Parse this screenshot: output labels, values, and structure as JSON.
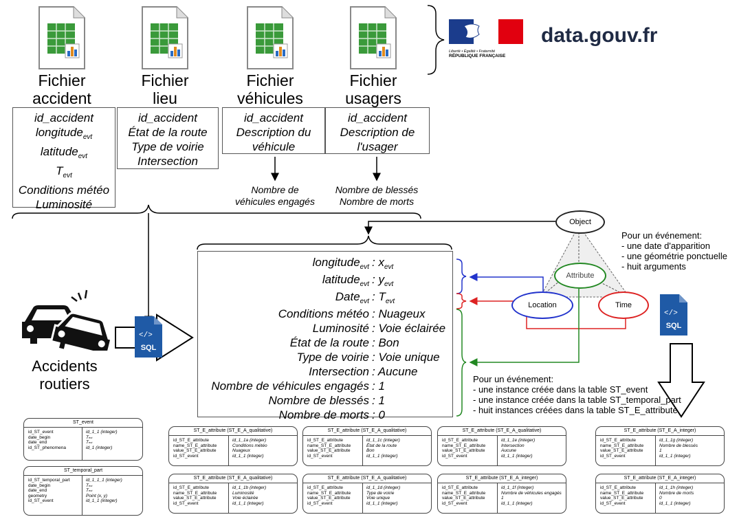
{
  "files": [
    {
      "label1": "Fichier",
      "label2": "accident"
    },
    {
      "label1": "Fichier",
      "label2": "lieu"
    },
    {
      "label1": "Fichier",
      "label2": "véhicules"
    },
    {
      "label1": "Fichier",
      "label2": "usagers"
    }
  ],
  "boxes": {
    "accident": {
      "l1": "id_accident",
      "l2": "longitude",
      "l2s": "evt",
      "l3": "latitude",
      "l3s": "evt",
      "l4": "T",
      "l4s": "evt",
      "l5": "Conditions météo",
      "l6": "Luminosité"
    },
    "lieu": {
      "l1": "id_accident",
      "l2": "État de la route",
      "l3": "Type de voirie",
      "l4": "Intersection"
    },
    "vehicules": {
      "l1": "id_accident",
      "l2": "Description du",
      "l3": "véhicule"
    },
    "usagers": {
      "l1": "id_accident",
      "l2": "Description de",
      "l3": "l'usager"
    }
  },
  "derived": {
    "vehicules": {
      "l1": "Nombre de",
      "l2": "véhicules engagés"
    },
    "usagers": {
      "l1": "Nombre de blessés",
      "l2": "Nombre de morts"
    }
  },
  "logo": {
    "marianne_l1": "Liberté • Égalité • Fraternité",
    "marianne_l2": "RÉPUBLIQUE FRANÇAISE",
    "site": "data.gouv.fr"
  },
  "accidents": {
    "l1": "Accidents",
    "l2": "routiers"
  },
  "sql": "SQL",
  "main_rows": [
    {
      "k": "longitude",
      "ks": "evt",
      "v": ": x",
      "vs": "evt"
    },
    {
      "k": "latitude",
      "ks": "evt",
      "v": ": y",
      "vs": "evt"
    },
    {
      "k": "Date",
      "ks": "evt",
      "v": ": T",
      "vs": "evt"
    },
    {
      "k": "Conditions météo",
      "v": ": Nuageux"
    },
    {
      "k": "Luminosité",
      "v": ": Voie éclairée"
    },
    {
      "k": "État de la route",
      "v": ": Bon"
    },
    {
      "k": "Type de voirie",
      "v": ": Voie unique"
    },
    {
      "k": "Intersection",
      "v": ": Aucune"
    },
    {
      "k": "Nombre de véhicules engagés",
      "v": ": 1"
    },
    {
      "k": "Nombre de blessés",
      "v": ": 1"
    },
    {
      "k": "Nombre de morts",
      "v": ": 0"
    }
  ],
  "triangle": {
    "top": "Object",
    "mid": "Attribute",
    "left": "Location",
    "right": "Time"
  },
  "event_note": {
    "l1": "Pour un événement:",
    "l2": "- une date d'apparition",
    "l3": "- une géométrie ponctuelle",
    "l4": "- huit arguments"
  },
  "instance_note": {
    "l1": "Pour un événement:",
    "l2": "- une instance créée dans la table ST_event",
    "l3": "- une instance créée dans la table ST_temporal_part",
    "l4": "- huit instances créées dans la table ST_E_attribute"
  },
  "st_event": {
    "title": "ST_event",
    "keys": [
      "id_ST_event",
      "date_begin",
      "date_end",
      "id_ST_phenomena"
    ],
    "vals": [
      "id_1_1 (integer)",
      "T",
      "T",
      "id_1  (integer)"
    ]
  },
  "st_temporal": {
    "title": "ST_temporal_part",
    "keys": [
      "id_ST_temporal_part",
      "date_begin",
      "date_end",
      "geometry",
      "id_ST_event"
    ],
    "vals": [
      "id_1_1_1  (integer)",
      "T",
      "T",
      "Point (x, y)",
      "id_1_1  (integer)"
    ]
  },
  "attr_keys": [
    "id_ST_E_attribute",
    "name_ST_E_attribute",
    "value_ST_E_attribute",
    "id_ST_event"
  ],
  "attrs": [
    {
      "title": "ST_E_attribute (ST_E_A_qualitative)",
      "vals": [
        "id_1_1a (integer)",
        "Conditions météo",
        "Nuageux",
        "id_1_1  (integer)"
      ]
    },
    {
      "title": "ST_E_attribute (ST_E_A_qualitative)",
      "vals": [
        "id_1_1c (integer)",
        "État de la route",
        "Bon",
        "id_1_1  (integer)"
      ]
    },
    {
      "title": "ST_E_attribute (ST_E_A_qualitative)",
      "vals": [
        "id_1_1e (integer)",
        "Intersection",
        "Aucune",
        "id_1_1  (integer)"
      ]
    },
    {
      "title": "ST_E_attribute (ST_E_A_integer)",
      "vals": [
        "id_1_1g (integer)",
        "Nombre de blessés",
        "1",
        "id_1_1  (integer)"
      ]
    },
    {
      "title": "ST_E_attribute (ST_E_A_qualitative)",
      "vals": [
        "id_1_1b (integer)",
        "Luminosité",
        "Voie éclairée",
        "id_1_1  (integer)"
      ]
    },
    {
      "title": "ST_E_attribute (ST_E_A_qualitative)",
      "vals": [
        "id_1_1d (integer)",
        "Type de voirie",
        "Voie unique",
        "id_1_1  (integer)"
      ]
    },
    {
      "title": "ST_E_attribute (ST_E_A_integer)",
      "vals": [
        "id_1_1f (integer)",
        "Nombre de véhicules engagés",
        "1",
        "id_1_1  (integer)"
      ]
    },
    {
      "title": "ST_E_attribute (ST_E_A_integer)",
      "vals": [
        "id_1_1h (integer)",
        "Nombre de morts",
        "0",
        "id_1_1  (integer)"
      ]
    }
  ],
  "colors": {
    "blue": "#2233cc",
    "red": "#dd2222",
    "green": "#228822",
    "sql_blue": "#1f5aa6"
  }
}
